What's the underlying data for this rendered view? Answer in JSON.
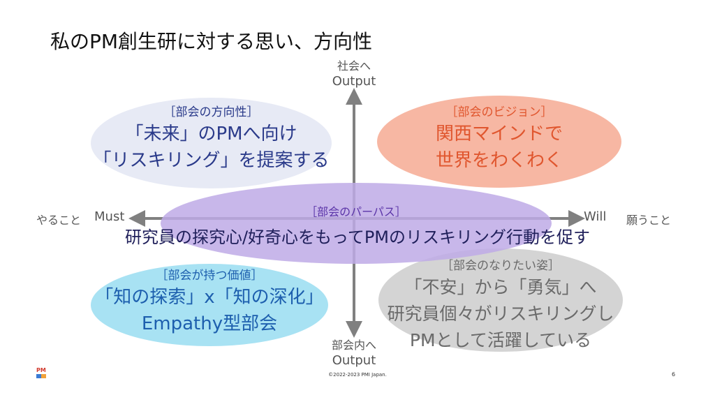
{
  "title": "私のPM創生研に対する思い、方向性",
  "axes": {
    "top_line1": "社会へ",
    "top_line2": "Output",
    "bottom_line1": "部会内へ",
    "bottom_line2": "Output",
    "left_jp": "やること",
    "left_en": "Must",
    "right_en": "Will",
    "right_jp": "願うこと"
  },
  "quadrants": {
    "top_left": {
      "tag": "［部会の方向性］",
      "line1": "「未来」のPMへ向け",
      "line2": "「リスキリング」を提案する"
    },
    "top_right": {
      "tag": "［部会のビジョン］",
      "line1": "関西マインドで",
      "line2": "世界をわくわく"
    },
    "bottom_left": {
      "tag": "［部会が持つ価値］",
      "line1": "「知の探索」x「知の深化」",
      "line2": "Empathy型部会"
    },
    "bottom_right": {
      "tag": "［部会のなりたい姿］",
      "line1": "「不安」から「勇気」へ",
      "line2": "研究員個々がリスキリングし",
      "line3": "PMとして活躍している"
    }
  },
  "center": {
    "tag": "［部会のパーパス］",
    "text": "研究員の探究心/好奇心をもってPMのリスキリング行動を促す"
  },
  "colors": {
    "tl_text": "#2a3a8a",
    "tr_text": "#e0562e",
    "bl_text": "#1d5fae",
    "br_text": "#6a6a6a",
    "center_tag": "#5b35a8",
    "center_text": "#1f1f5a",
    "axis": "#808080"
  },
  "footer": {
    "logo_text": "PM",
    "copyright": "©2022-2023 PMI Japan.",
    "page": "6"
  }
}
